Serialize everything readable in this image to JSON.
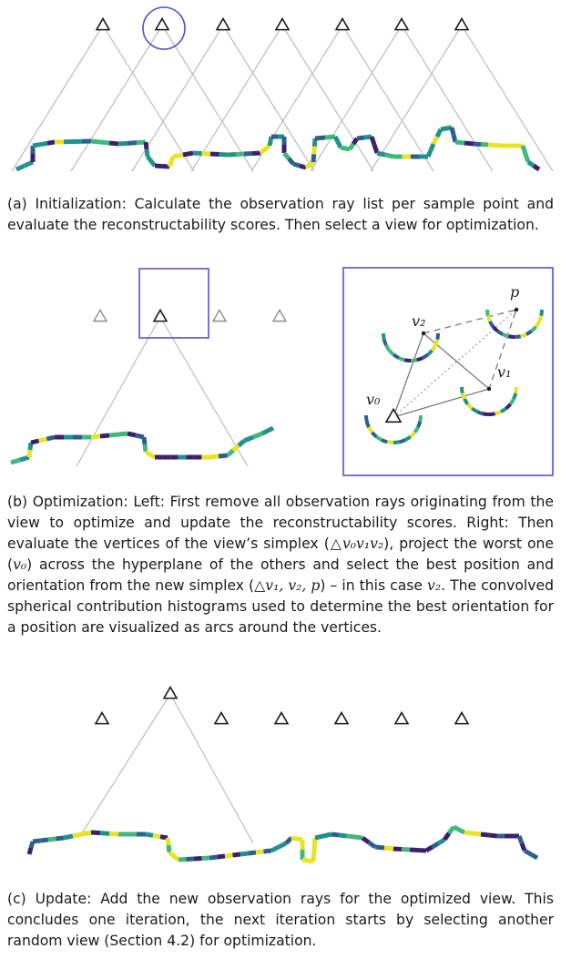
{
  "panel_a": {
    "caption": "(a) Initialization: Calculate the observation ray list per sample point and evaluate the reconstructability scores. Then select a view for optimization."
  },
  "panel_b": {
    "caption_part1": "(b) Optimization: Left: First remove all observation rays originating from the view to optimize and update the reconstructability scores. Right: Then evaluate the vertices of the view’s simplex (",
    "caption_part2": "), project the worst one (",
    "caption_part3": ") across the hyperplane of the others and select the best position and orientation from the new simplex (",
    "caption_part4": ") – in this case ",
    "caption_part5": ". The convolved spherical contribution histograms used to determine the best orientation for a position are visualized as arcs around the vertices.",
    "simplex_expr": "△v₀v₁v₂",
    "worst_vertex": "v₀",
    "new_simplex_expr": "△v₁, v₂, p",
    "best_vertex": "v₂",
    "labels": {
      "p": "p",
      "v0": "v₀",
      "v1": "v₁",
      "v2": "v₂"
    }
  },
  "panel_c": {
    "caption": "(c) Update: Add the new observation rays for the optimized view. This concludes one iteration, the next iteration starts by selecting another random view (Section 4.2) for optimization."
  },
  "colors": {
    "selection": "#5550d6",
    "ray": "#bdbdbd",
    "score_low": "#3b1f6e",
    "score_mid": "#21918c",
    "score_high": "#e8e420"
  }
}
